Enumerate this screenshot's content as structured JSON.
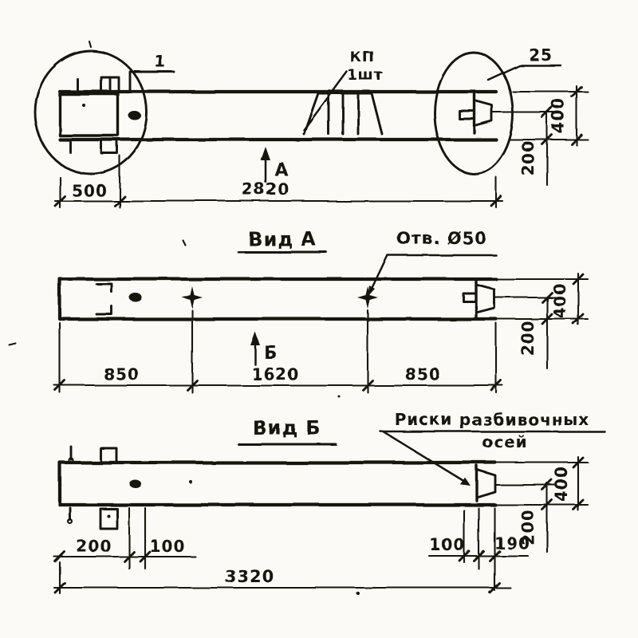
{
  "front_view": {
    "section_mark": "1",
    "plate_label": "КП",
    "plate_qty": "1шт",
    "thickness_note": "25",
    "view_arrow": "А",
    "dim_left": "500",
    "dim_main": "2820",
    "dim_height": "400",
    "dim_plate_level": "200"
  },
  "view_a": {
    "title": "Вид А",
    "hole_note": "Отв. Ø50",
    "view_arrow": "Б",
    "dim_1": "850",
    "dim_2": "1620",
    "dim_3": "850",
    "dim_height": "400",
    "dim_plate_level": "200"
  },
  "view_b": {
    "title": "Вид Б",
    "note_line1": "Риски разбивочных",
    "note_line2": "осей",
    "dim_1": "200",
    "dim_2": "100",
    "dim_3": "100",
    "dim_4": "190",
    "dim_plate_level": "200",
    "dim_height": "400",
    "dim_total": "3320"
  }
}
